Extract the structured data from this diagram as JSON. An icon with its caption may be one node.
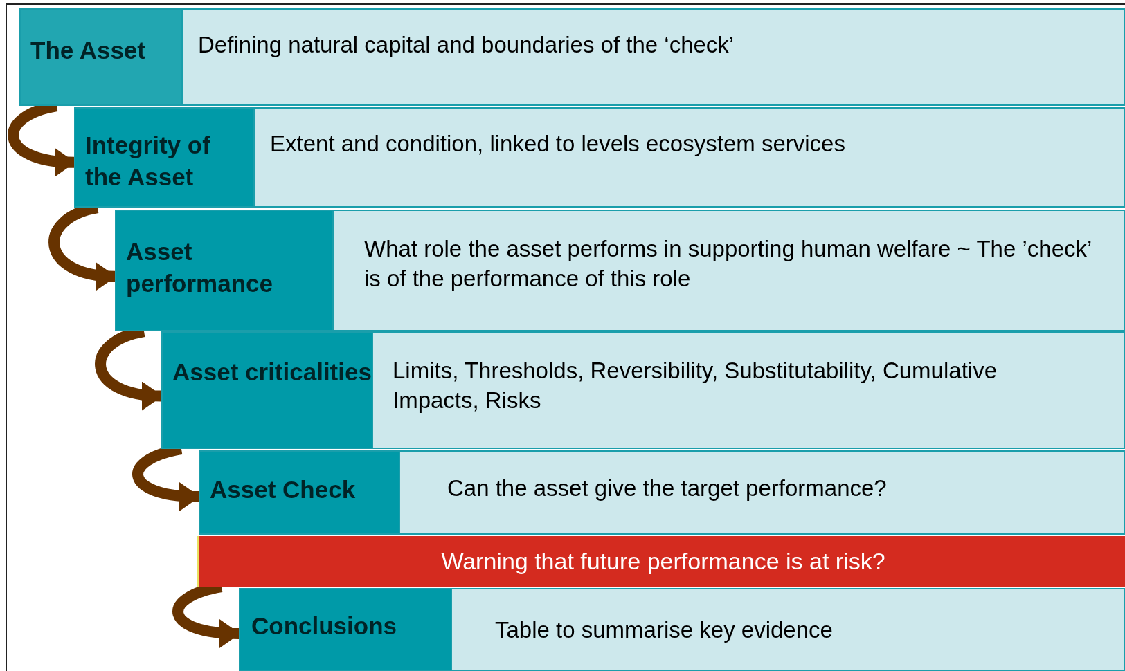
{
  "diagram": {
    "nodes": [
      {
        "text": [
          "The Asset"
        ]
      },
      {
        "text": [
          "Defining natural capital and boundaries of the ‘check’"
        ]
      },
      {
        "text": [
          "Integrity of the Asset"
        ]
      },
      {
        "text": [
          "Extent and condition, linked to levels ecosystem services"
        ]
      },
      {
        "text": [
          "Asset performance"
        ]
      },
      {
        "text": [
          "What role the asset performs in supporting human  welfare ~ The ’check’ is of the performance of this role"
        ]
      },
      {
        "text": [
          "Asset criticalities"
        ]
      },
      {
        "text": [
          "Limits, Thresholds, Reversibility, Substitutability, Cumulative Impacts, Risks"
        ]
      },
      {
        "text": [
          "Asset Check"
        ]
      },
      {
        "text": [
          "Can the asset give the target performance?"
        ]
      },
      {
        "text": [
          "Warning that future performance is at risk?"
        ]
      },
      {
        "text": [
          "Conclusions"
        ]
      },
      {
        "text": [
          "Table to summarise key evidence"
        ]
      }
    ],
    "edges": [
      {
        "from": 0,
        "to": 2,
        "arrow": "to"
      },
      {
        "from": 2,
        "to": 4,
        "arrow": "to"
      },
      {
        "from": 4,
        "to": 6,
        "arrow": "to"
      },
      {
        "from": 6,
        "to": 8,
        "arrow": "to"
      },
      {
        "from": 10,
        "to": 11,
        "arrow": "to"
      }
    ]
  }
}
